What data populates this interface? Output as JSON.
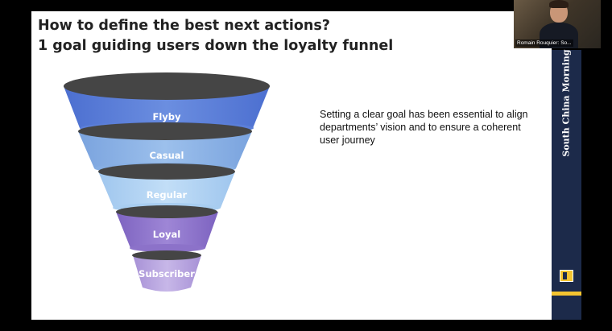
{
  "slide": {
    "title_line1": "How to define the best next actions?",
    "title_line2": "1 goal guiding users down the loyalty funnel",
    "body_text": "Setting a clear goal has been essential to align departments’ vision and to ensure a coherent user journey",
    "funnel": {
      "stages": [
        {
          "label": "Flyby",
          "color": "#5b7fd9"
        },
        {
          "label": "Casual",
          "color": "#86aee3"
        },
        {
          "label": "Regular",
          "color": "#a8cdf0"
        },
        {
          "label": "Loyal",
          "color": "#8c72c9"
        },
        {
          "label": "Subscriber",
          "color": "#b49fdb"
        }
      ]
    }
  },
  "sidebar": {
    "brand": "South China Morning",
    "accent_color": "#f4c430",
    "background_color": "#1c2a4a"
  },
  "video": {
    "participant_name": "Romain Rouquier: So..."
  }
}
